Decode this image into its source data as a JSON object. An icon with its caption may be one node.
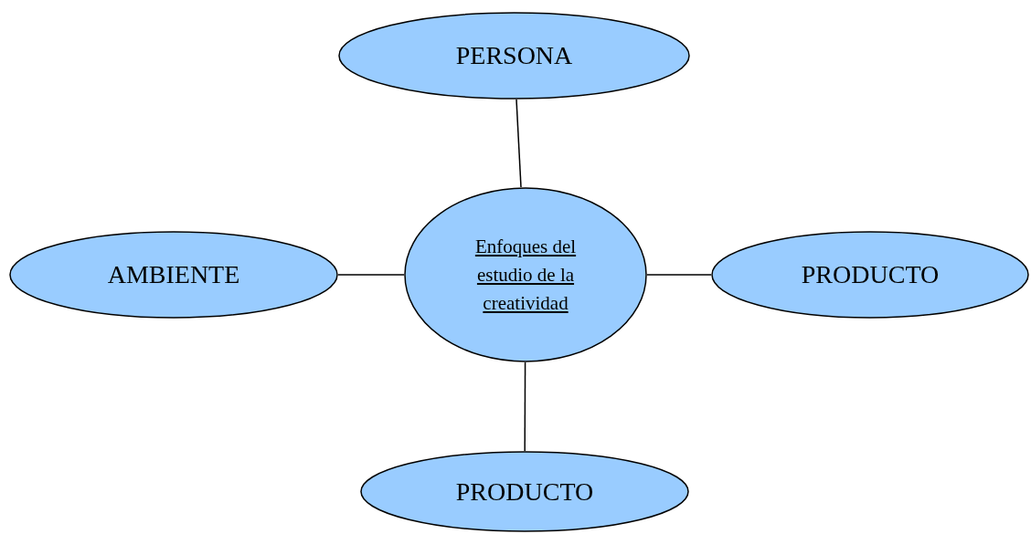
{
  "diagram": {
    "nodes": [
      {
        "text": [
          "PERSONA"
        ]
      },
      {
        "text": [
          "AMBIENTE"
        ]
      },
      {
        "text": [
          "Enfoques del estudio de la creatividad"
        ]
      },
      {
        "text": [
          "PRODUCTO"
        ]
      },
      {
        "text": [
          "PRODUCTO"
        ]
      }
    ],
    "edges": [
      {
        "from": 2,
        "to": 0,
        "arrow": "none"
      },
      {
        "from": 1,
        "to": 2,
        "arrow": "none"
      },
      {
        "from": 2,
        "to": 3,
        "arrow": "none"
      },
      {
        "from": 2,
        "to": 4,
        "arrow": "none"
      }
    ]
  }
}
